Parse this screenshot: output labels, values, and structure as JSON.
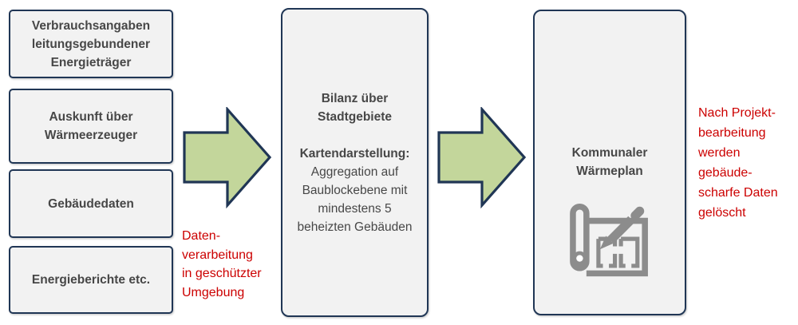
{
  "diagram": {
    "source_boxes": [
      {
        "label": "Verbrauchsangaben\nleitungsgebundener\nEnergieträger"
      },
      {
        "label": "Auskunft über\nWärmeerzeuger"
      },
      {
        "label": "Gebäudedaten"
      },
      {
        "label": "Energieberichte etc."
      }
    ],
    "process_box": {
      "title": "Bilanz über\nStadtgebiete",
      "subtitle": "Kartendarstellung:",
      "description": "Aggregation auf\nBaublockebene mit\nmindestens 5\nbeheizten Gebäuden"
    },
    "result_box": {
      "title": "Kommunaler\nWärmeplan",
      "icon": "blueprint-pencil-icon"
    },
    "annotations": {
      "processing_note": "Daten-\nverarbeitung\nin geschützter\nUmgebung",
      "deletion_note": "Nach Projekt-\nbearbeitung\nwerden\ngebäude-\nscharfe Daten\ngelöscht"
    },
    "colors": {
      "box_fill": "#f2f2f2",
      "box_border": "#203655",
      "box_text": "#474747",
      "arrow_fill": "#c3d69b",
      "arrow_border": "#203655",
      "annotation_text": "#cc0000",
      "icon_gray": "#8c8c8c"
    }
  }
}
